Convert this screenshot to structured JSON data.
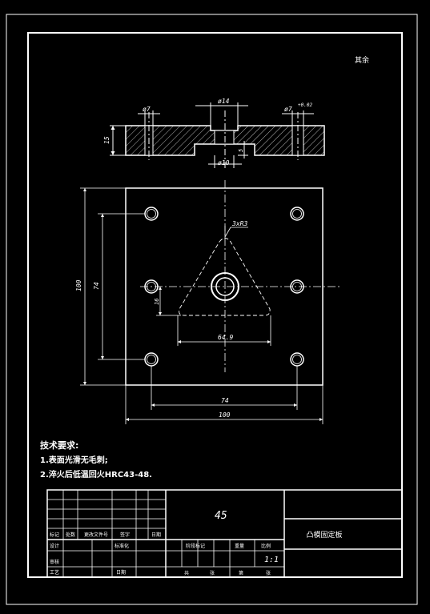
{
  "drawing": {
    "roughness_note": "其余",
    "tech_requirements": {
      "heading": "技术要求:",
      "items": [
        "1.表面光滑无毛刺;",
        "2.淬火后低温回火HRC43-48."
      ]
    }
  },
  "dimensions": {
    "section": {
      "hole_small": "ø7",
      "bore_top": "ø14",
      "hole_c": "ø7",
      "hole_c_tol": "+0.02",
      "bore_bottom": "ø10",
      "thickness": "15",
      "step_depth": "5"
    },
    "plan": {
      "height_overall": "100",
      "height_pitch": "74",
      "width_pitch": "74",
      "width_overall": "100",
      "triangle_base": "64.9",
      "triangle_holes": "3xR3",
      "offset": "16"
    }
  },
  "title_block": {
    "material": "45",
    "part_name": "凸模固定板",
    "scale": "1:1",
    "labels": {
      "mark": "标记",
      "count": "处数",
      "doc_no": "更改文件号",
      "sign": "签字",
      "date_top": "日期",
      "design": "设计",
      "standard": "标准化",
      "review": "审核",
      "process": "工艺",
      "date": "日期",
      "stage": "阶段标记",
      "weight": "重量",
      "scale_label": "比例",
      "sheets_total": "共",
      "sheet_no": "第",
      "sheet_unit": "张"
    }
  }
}
